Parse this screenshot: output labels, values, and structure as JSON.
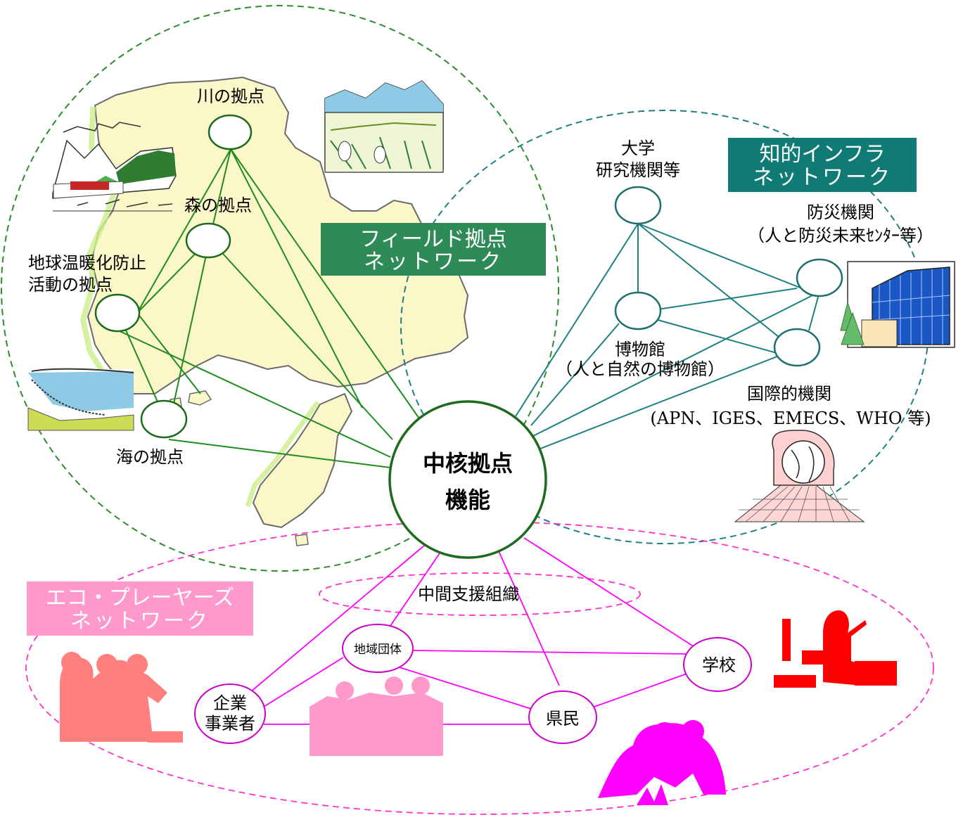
{
  "hub": {
    "line1": "中核拠点",
    "line2": "機能"
  },
  "field_network": {
    "title_line1": "フィールド拠点",
    "title_line2": "ネットワーク",
    "color": "#2e8b57",
    "nodes": {
      "river": "川の拠点",
      "forest": "森の拠点",
      "warming_line1": "地球温暖化防止",
      "warming_line2": "活動の拠点",
      "sea": "海の拠点"
    }
  },
  "knowledge_network": {
    "title_line1": "知的インフラ",
    "title_line2": "ネットワーク",
    "color": "#008080",
    "nodes": {
      "university_line1": "大学",
      "university_line2": "研究機関等",
      "disaster_line1": "防災機関",
      "disaster_line2": "（人と防災未来ｾﾝﾀｰ等）",
      "museum_line1": "博物館",
      "museum_line2": "（人と自然の博物館）",
      "international_line1": "国際的機関",
      "international_line2": "(APN、IGES、EMECS、WHO 等)"
    }
  },
  "eco_network": {
    "title_line1": "エコ・プレーヤーズ",
    "title_line2": "ネットワーク",
    "color": "#ff00ff",
    "intermediate": "中間支援組織",
    "nodes": {
      "community": "地域団体",
      "business_line1": "企業",
      "business_line2": "事業者",
      "citizens": "県民",
      "school": "学校"
    }
  }
}
